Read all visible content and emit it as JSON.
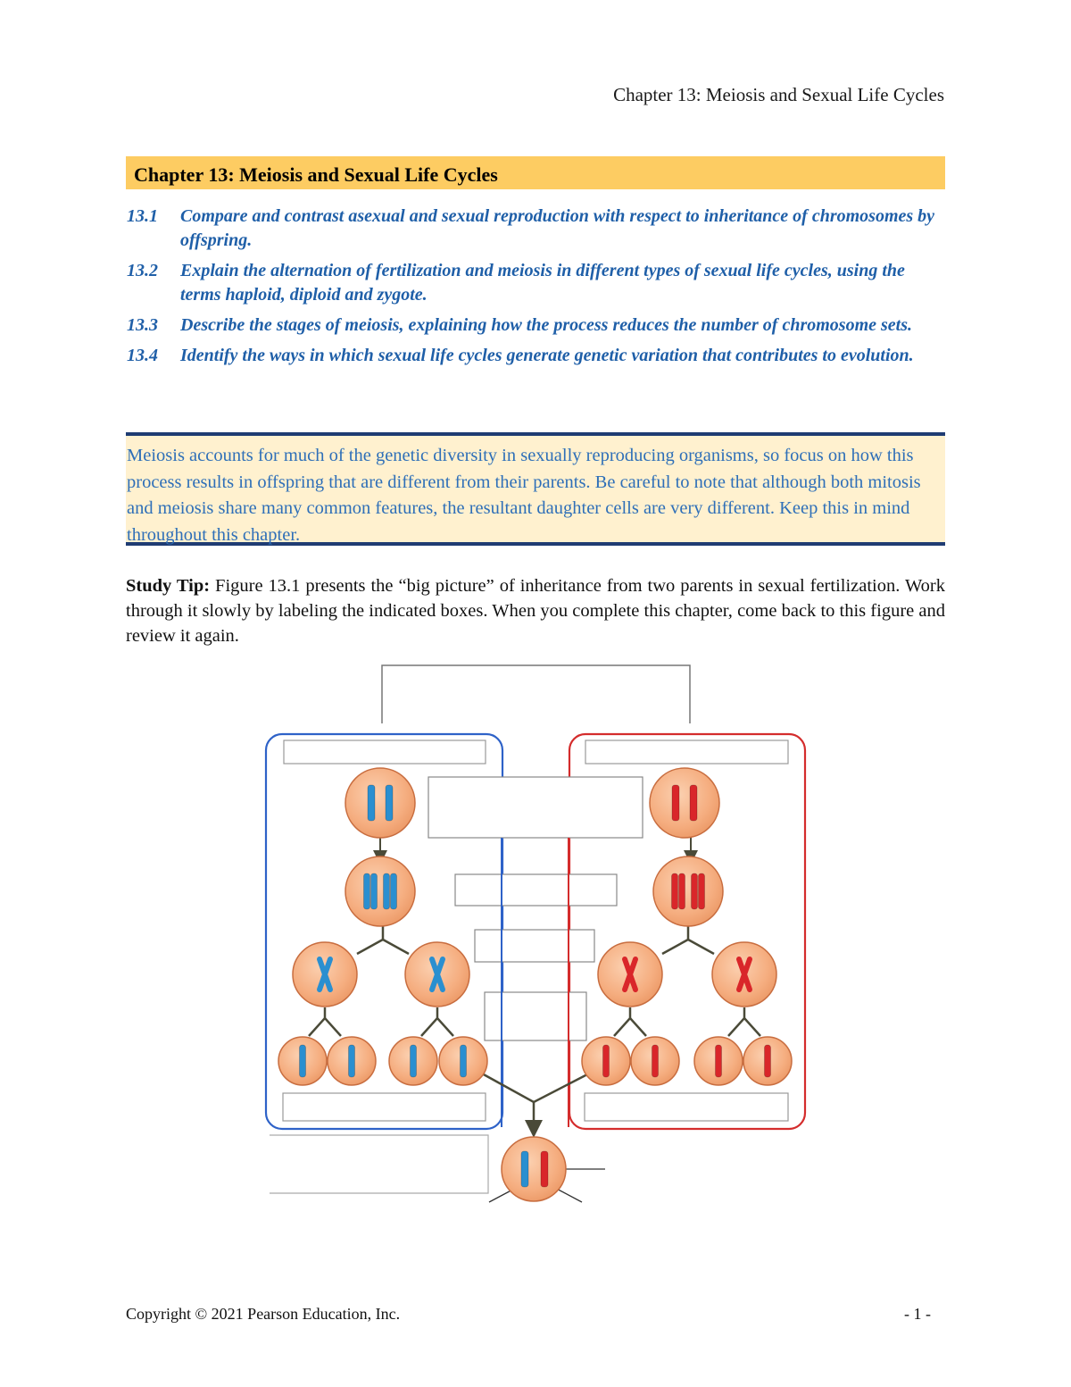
{
  "header": {
    "running_title": "Chapter 13: Meiosis and Sexual Life Cycles"
  },
  "banner": {
    "title": "Chapter 13: Meiosis and Sexual Life Cycles"
  },
  "objectives": [
    {
      "number": "13.1",
      "text": "Compare and contrast asexual and sexual reproduction with respect to inheritance of chromosomes by offspring."
    },
    {
      "number": "13.2",
      "text": "Explain the alternation of fertilization and meiosis in different types of sexual life cycles, using the terms haploid, diploid and zygote."
    },
    {
      "number": "13.3",
      "text": "Describe the stages of meiosis, explaining how the process reduces the number of chromosome sets."
    },
    {
      "number": "13.4",
      "text": "Identify the ways in which sexual life cycles generate genetic variation that contributes to evolution."
    }
  ],
  "focus_box": {
    "text": "Meiosis accounts for much of the genetic diversity in sexually reproducing organisms, so focus on how this process results in offspring that are different from their parents. Be careful to note that although both mitosis and meiosis share many common features, the resultant daughter cells are very different. Keep this in mind throughout this chapter."
  },
  "study_tip": {
    "label": "Study Tip:",
    "text": " Figure 13.1 presents the “big picture” of inheritance from two parents in sexual fertilization. Work through it slowly by labeling the indicated boxes. When you complete this chapter, come back to this figure and review it again."
  },
  "figure": {
    "colors": {
      "left_parent": "#2e62c8",
      "right_parent": "#d42c2c",
      "cell_fill": "#f7b488",
      "cell_stroke": "#c86d3f",
      "blue_chromosome": "#2a8fd0",
      "red_chromosome": "#d9262a",
      "arrow": "#4a4a38"
    }
  },
  "footer": {
    "copyright": "Copyright © 2021 Pearson Education, Inc.",
    "page_number": "- 1 -"
  }
}
